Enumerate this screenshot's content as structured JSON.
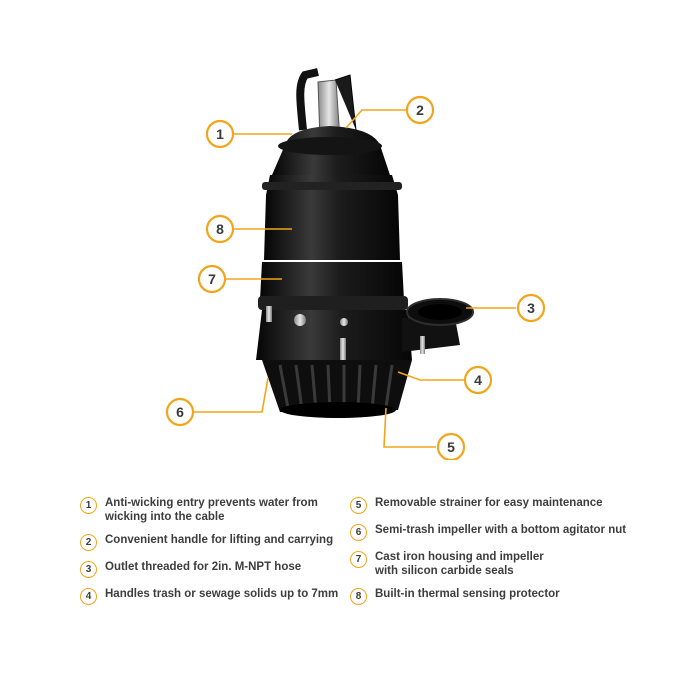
{
  "accent_color": "#f2a51a",
  "product": {
    "name_icon": "submersible-pump-illustration"
  },
  "callouts": [
    {
      "number": "1"
    },
    {
      "number": "2"
    },
    {
      "number": "3"
    },
    {
      "number": "4"
    },
    {
      "number": "5"
    },
    {
      "number": "6"
    },
    {
      "number": "7"
    },
    {
      "number": "8"
    }
  ],
  "legend": {
    "left": [
      {
        "number": "1",
        "text": "Anti-wicking entry prevents water from\nwicking into the cable"
      },
      {
        "number": "2",
        "text": "Convenient handle for lifting and carrying"
      },
      {
        "number": "3",
        "text": "Outlet threaded for 2in. M-NPT hose"
      },
      {
        "number": "4",
        "text": "Handles trash or sewage solids up to 7mm"
      }
    ],
    "right": [
      {
        "number": "5",
        "text": "Removable strainer for easy maintenance"
      },
      {
        "number": "6",
        "text": "Semi-trash impeller with a bottom agitator nut"
      },
      {
        "number": "7",
        "text": "Cast iron housing and impeller\nwith silicon carbide seals"
      },
      {
        "number": "8",
        "text": "Built-in thermal sensing protector"
      }
    ]
  }
}
